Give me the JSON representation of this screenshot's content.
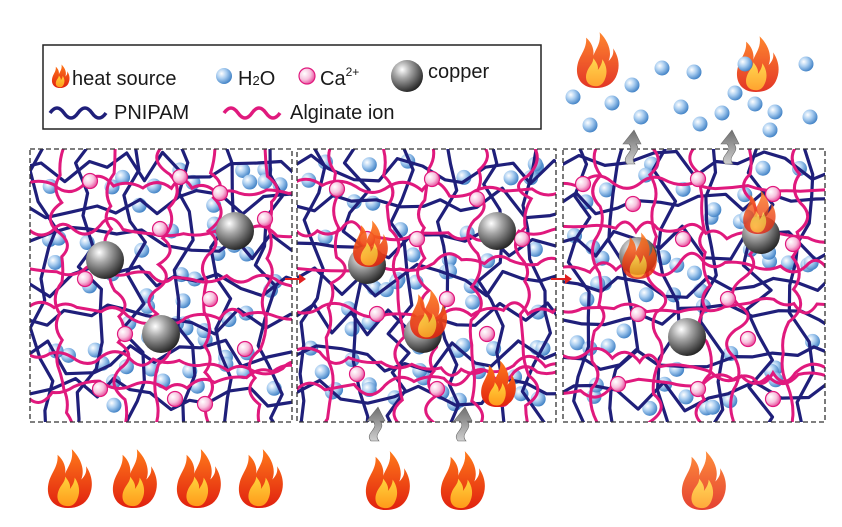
{
  "legend": {
    "heat_source": "heat source",
    "water": "H",
    "water_sub": "2",
    "water_tail": "O",
    "calcium": "Ca",
    "calcium_sup": "2+",
    "copper": "copper",
    "pnipam": "PNIPAM",
    "alginate": "Alginate ion"
  },
  "colors": {
    "pnipam": "#1f1f7a",
    "alginate": "#e0197d",
    "water": "#5b9bd5",
    "calcium": "#f06bb0",
    "copper": "#555555",
    "flame_outer": "#e8331c",
    "flame_inner": "#ffb422",
    "arrow_red": "#e02020",
    "vapor_arrow": "#8c8c8c"
  },
  "icons": {
    "heat": "flame-icon",
    "vapor": "wavy-arrow-icon",
    "step": "arrow-right-icon"
  }
}
